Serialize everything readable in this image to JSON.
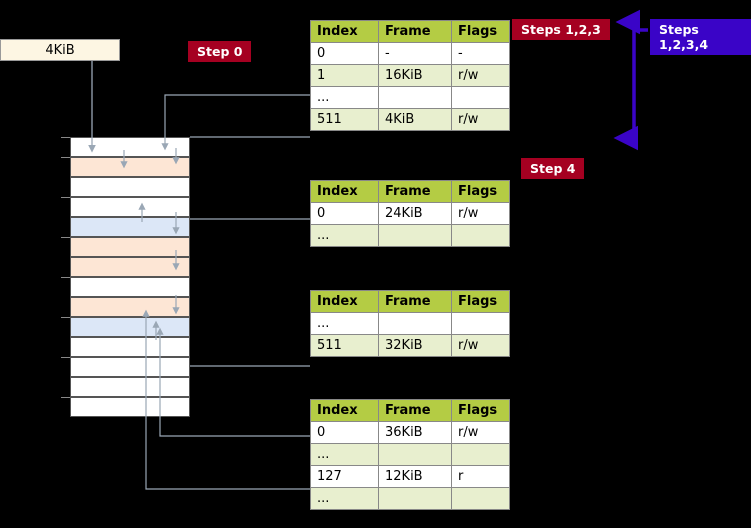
{
  "labels": {
    "kib_box": "4KiB",
    "step0": "Step 0",
    "step123": "Steps 1,2,3",
    "step1234": "Steps 1,2,3,4",
    "step4": "Step 4"
  },
  "colors": {
    "step_red": "#a50021",
    "step_blue": "#3a04c7",
    "header_green": "#b4cc44",
    "row_alt_green": "#e8efcf",
    "mem_orange": "#fde6d5",
    "mem_blue": "#dce7f7",
    "arrow_blue": "#3a04c7",
    "arrow_grey": "#9aa7b5"
  },
  "tables": [
    {
      "name": "page-table-1",
      "columns": [
        "Index",
        "Frame",
        "Flags"
      ],
      "rows": [
        [
          "0",
          "-",
          "-"
        ],
        [
          "1",
          "16KiB",
          "r/w"
        ],
        [
          "...",
          "",
          ""
        ],
        [
          "511",
          "4KiB",
          "r/w"
        ]
      ]
    },
    {
      "name": "page-table-2",
      "columns": [
        "Index",
        "Frame",
        "Flags"
      ],
      "rows": [
        [
          "0",
          "24KiB",
          "r/w"
        ],
        [
          "...",
          "",
          ""
        ]
      ]
    },
    {
      "name": "page-table-3",
      "columns": [
        "Index",
        "Frame",
        "Flags"
      ],
      "rows": [
        [
          "...",
          "",
          ""
        ],
        [
          "511",
          "32KiB",
          "r/w"
        ]
      ]
    },
    {
      "name": "page-table-4",
      "columns": [
        "Index",
        "Frame",
        "Flags"
      ],
      "rows": [
        [
          "0",
          "36KiB",
          "r/w"
        ],
        [
          "...",
          "",
          ""
        ],
        [
          "127",
          "12KiB",
          "r"
        ],
        [
          "...",
          "",
          ""
        ]
      ]
    }
  ],
  "memory_rows": [
    {
      "fill": "white"
    },
    {
      "fill": "orange"
    },
    {
      "fill": "white"
    },
    {
      "fill": "white"
    },
    {
      "fill": "blue"
    },
    {
      "fill": "orange"
    },
    {
      "fill": "orange"
    },
    {
      "fill": "white"
    },
    {
      "fill": "orange"
    },
    {
      "fill": "blue"
    },
    {
      "fill": "white"
    },
    {
      "fill": "white"
    },
    {
      "fill": "white"
    },
    {
      "fill": "white"
    }
  ]
}
